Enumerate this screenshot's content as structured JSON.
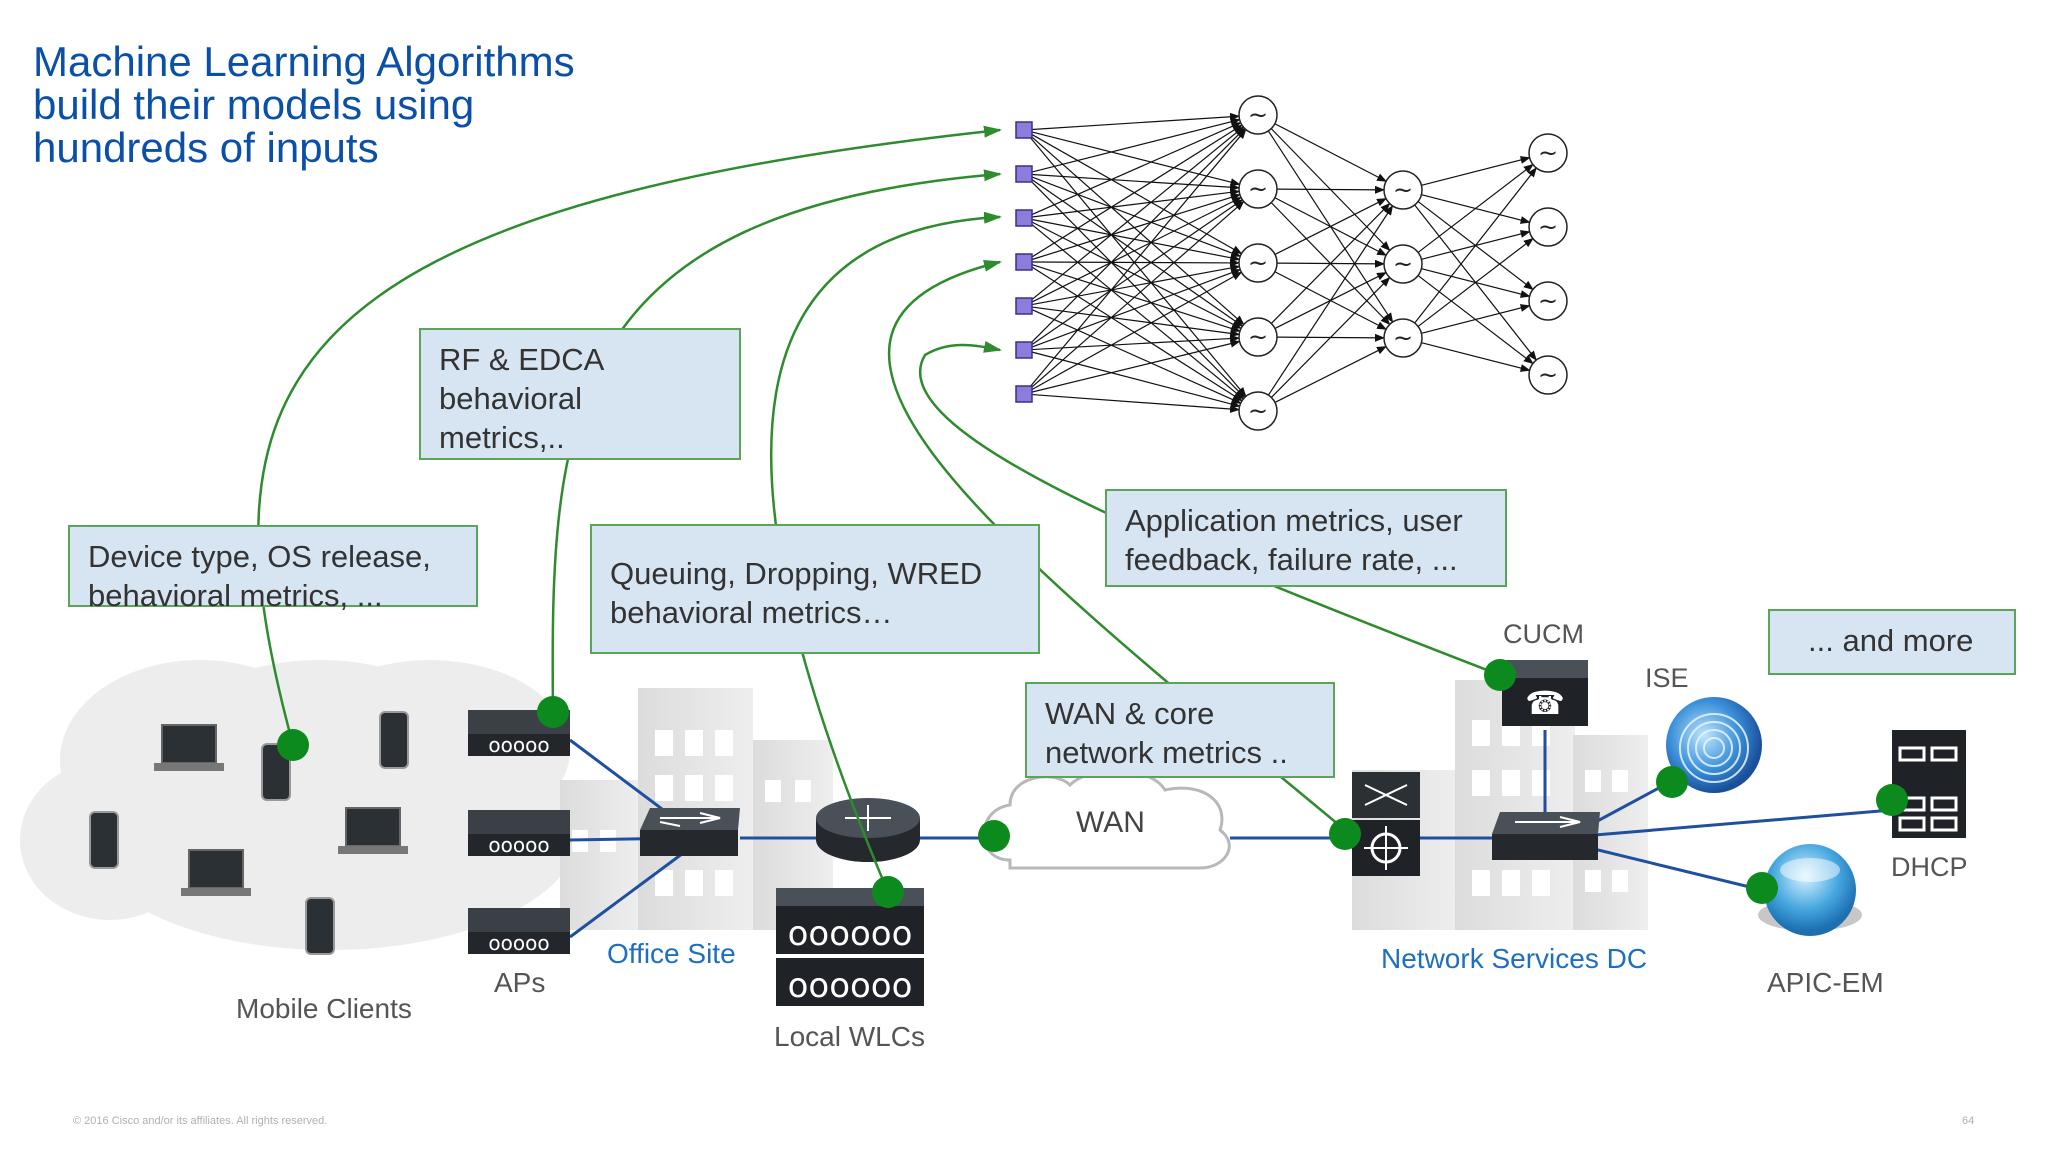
{
  "title": {
    "line1": "Machine Learning Algorithms",
    "line2": "build their models using",
    "line3": "hundreds of inputs"
  },
  "callouts": {
    "device": {
      "line1": "Device type, OS release,",
      "line2": "behavioral metrics, ..."
    },
    "rf": {
      "line1": "RF & EDCA",
      "line2": "behavioral",
      "line3": "metrics,.."
    },
    "queuing": {
      "line1": "Queuing, Dropping, WRED",
      "line2": "behavioral metrics…"
    },
    "wan_core": {
      "line1": "WAN & core",
      "line2": "network metrics .."
    },
    "application": {
      "line1": "Application metrics, user",
      "line2": "feedback, failure rate, ..."
    },
    "more": {
      "line1": "... and more"
    }
  },
  "labels": {
    "mobile_clients": "Mobile Clients",
    "aps": "APs",
    "office_site": "Office Site",
    "local_wlcs": "Local WLCs",
    "wan": "WAN",
    "cucm": "CUCM",
    "ise": "ISE",
    "dhcp": "DHCP",
    "apic_em": "APIC-EM",
    "network_services_dc": "Network Services DC"
  },
  "neural_net": {
    "inputs": 7,
    "hidden1": 5,
    "hidden2": 3,
    "outputs": 4,
    "node_symbol": "~"
  },
  "footer": {
    "copyright": "© 2016 Cisco and/or its affiliates. All rights reserved.",
    "page": "64"
  },
  "colors": {
    "title": "#0a4fa8",
    "callout_fill": "#d7e4f1",
    "callout_border": "#5aa55a",
    "flow_line": "#2e8b2e",
    "link_line": "#1f4fa0",
    "input_node": "#8c7ddc",
    "device_dark": "#2b3035"
  }
}
